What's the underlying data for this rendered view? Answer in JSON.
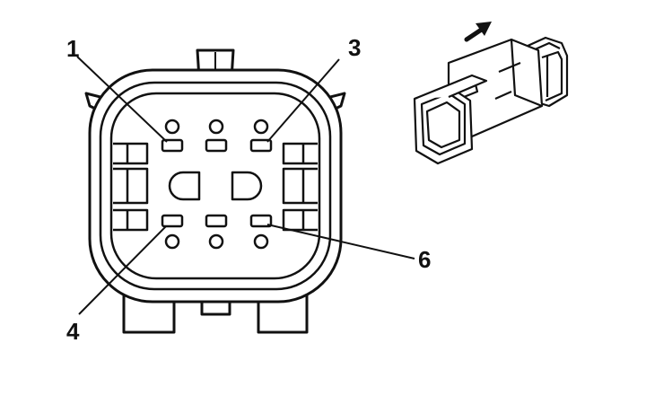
{
  "diagram": {
    "pin_labels": {
      "pin1": "1",
      "pin3": "3",
      "pin4": "4",
      "pin6": "6"
    },
    "colors": {
      "stroke": "#111111",
      "fill": "#ffffff",
      "arrow": "#111111"
    },
    "icons": {
      "direction": "arrow-icon",
      "connector": "connector-3d-icon"
    }
  }
}
